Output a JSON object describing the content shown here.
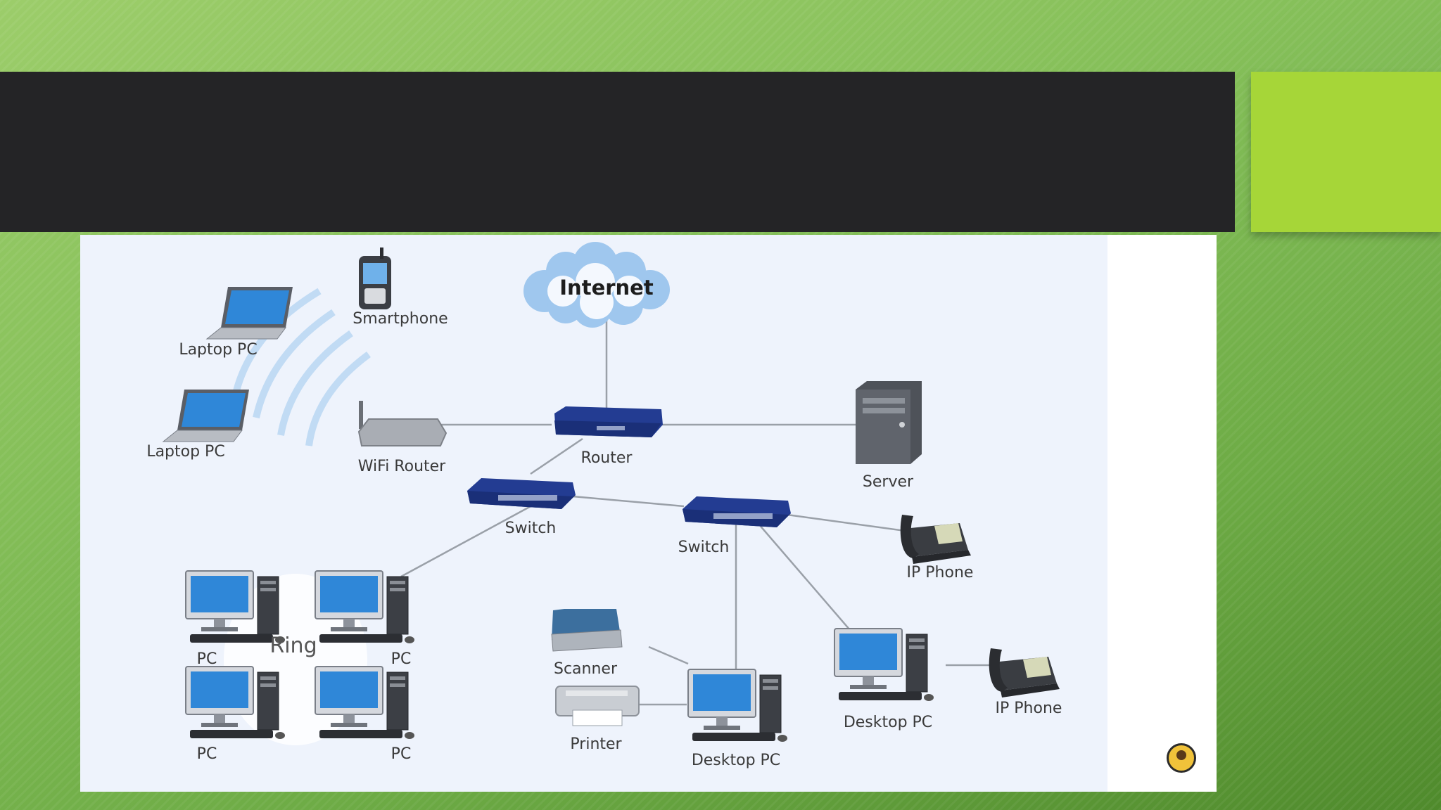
{
  "diagram": {
    "internet": "Internet",
    "router": "Router",
    "server": "Server",
    "wifi_router": "WiFi Router",
    "smartphone": "Smartphone",
    "laptop_top": "Laptop PC",
    "laptop_bottom": "Laptop PC",
    "switch_left": "Switch",
    "switch_right": "Switch",
    "ip_phone_top": "IP Phone",
    "ip_phone_right": "IP Phone",
    "ring": "Ring",
    "pc_top_left": "PC",
    "pc_top_right": "PC",
    "pc_bottom_left": "PC",
    "pc_bottom_right": "PC",
    "scanner": "Scanner",
    "printer": "Printer",
    "desktop_center": "Desktop PC",
    "desktop_right": "Desktop PC"
  },
  "colors": {
    "title_bar": "#242426",
    "accent": "#a6d638",
    "diagram_bg": "#eef3fc",
    "network_blue": "#243f99"
  }
}
